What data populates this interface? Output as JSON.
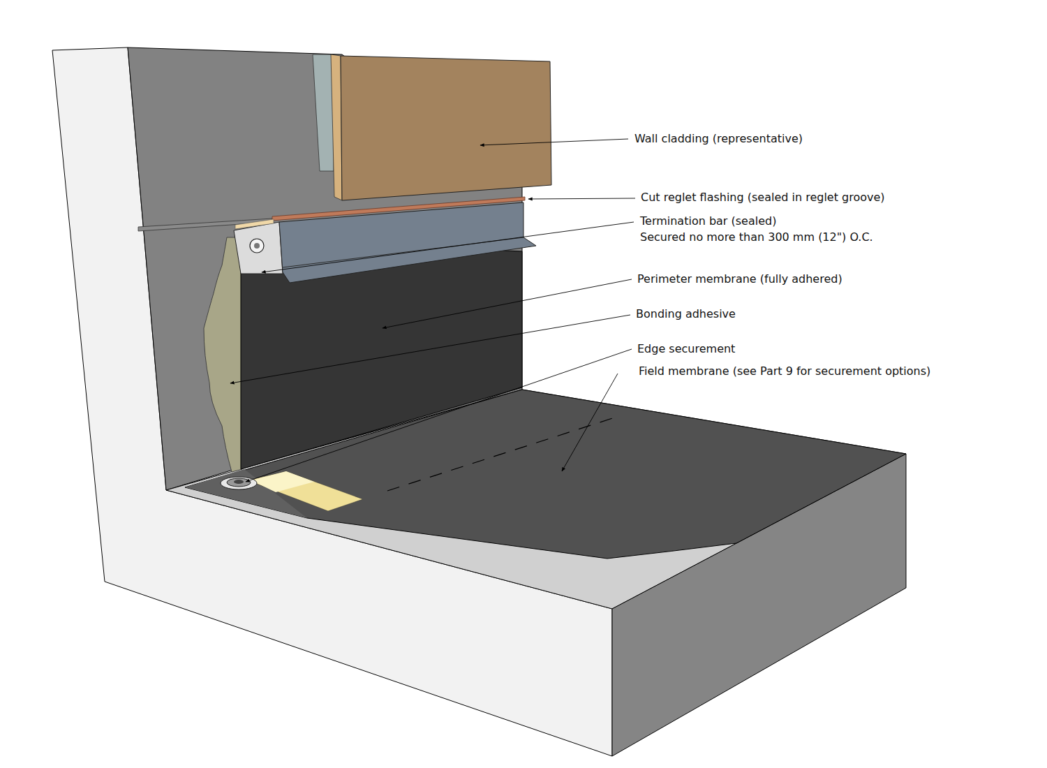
{
  "diagram": {
    "labels": [
      "Wall cladding (representative)",
      "Cut reglet flashing (sealed in reglet groove)",
      "Termination bar (sealed)",
      "Secured no more than 300 mm (12\") O.C.",
      "Perimeter membrane (fully adhered)",
      "Bonding adhesive",
      "Edge securement",
      "Field membrane (see Part 9 for securement options)"
    ]
  }
}
